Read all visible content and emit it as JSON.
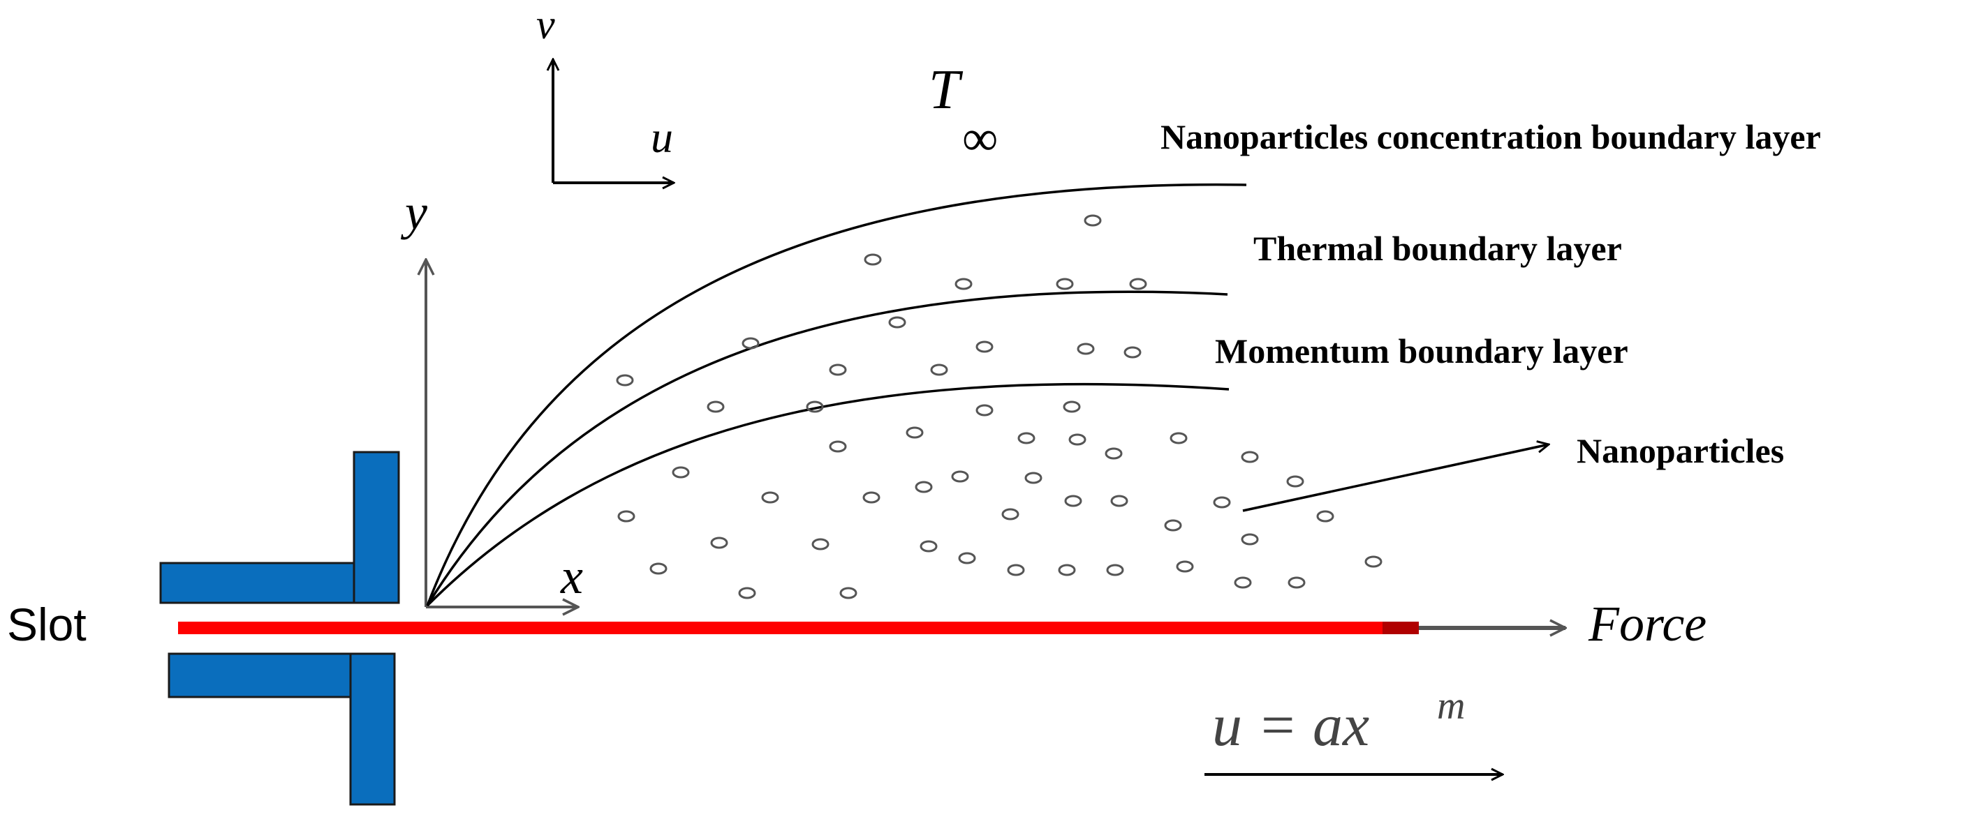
{
  "labels": {
    "axis_v": "v",
    "axis_u": "u",
    "axis_y": "y",
    "axis_x": "x",
    "t_main": "T",
    "t_sub": "∞",
    "concentration_layer": "Nanoparticles concentration boundary layer",
    "thermal_layer": "Thermal boundary layer",
    "momentum_layer": "Momentum boundary layer",
    "nanoparticles": "Nanoparticles",
    "slot": "Slot",
    "force": "Force",
    "velocity_lhs": "u = ax",
    "velocity_exp": "m"
  },
  "colors": {
    "slot_block": "#0a6ebd",
    "sheet": "#ff0000",
    "line": "#000000",
    "axis_gray": "#555555",
    "particle": "#555555"
  },
  "icons": {
    "slot": "slot-blocks",
    "particle": "nanoparticle-circle"
  }
}
